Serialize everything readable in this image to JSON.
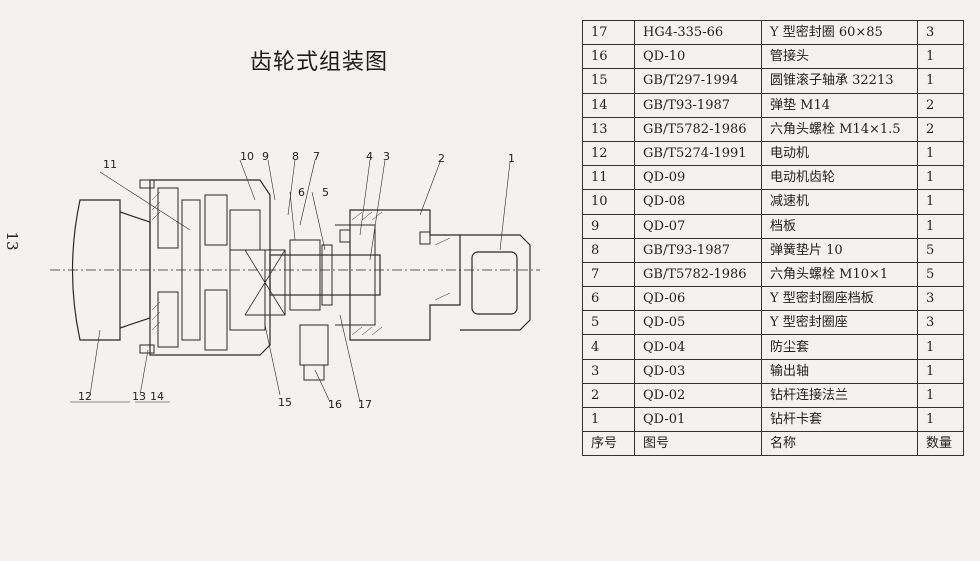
{
  "page_number": "13",
  "title": "齿轮式组装图",
  "drawing": {
    "callouts": [
      "11",
      "10",
      "9",
      "8",
      "7",
      "4",
      "3",
      "2",
      "1",
      "6",
      "5",
      "12",
      "13",
      "14",
      "15",
      "16",
      "17"
    ]
  },
  "parts_table": {
    "headers": [
      "序号",
      "图号",
      "名称",
      "数量"
    ],
    "rows": [
      [
        "17",
        "HG4-335-66",
        "Y 型密封圈 60×85",
        "3"
      ],
      [
        "16",
        "QD-10",
        "管接头",
        "1"
      ],
      [
        "15",
        "GB/T297-1994",
        "圆锥滚子轴承 32213",
        "1"
      ],
      [
        "14",
        "GB/T93-1987",
        "弹垫 M14",
        "2"
      ],
      [
        "13",
        "GB/T5782-1986",
        "六角头螺栓 M14×1.5",
        "2"
      ],
      [
        "12",
        "GB/T5274-1991",
        "电动机",
        "1"
      ],
      [
        "11",
        "QD-09",
        "电动机齿轮",
        "1"
      ],
      [
        "10",
        "QD-08",
        "减速机",
        "1"
      ],
      [
        "9",
        "QD-07",
        "档板",
        "1"
      ],
      [
        "8",
        "GB/T93-1987",
        "弹簧垫片 10",
        "5"
      ],
      [
        "7",
        "GB/T5782-1986",
        "六角头螺栓 M10×1",
        "5"
      ],
      [
        "6",
        "QD-06",
        "Y 型密封圈座档板",
        "3"
      ],
      [
        "5",
        "QD-05",
        "Y 型密封圈座",
        "3"
      ],
      [
        "4",
        "QD-04",
        "防尘套",
        "1"
      ],
      [
        "3",
        "QD-03",
        "输出轴",
        "1"
      ],
      [
        "2",
        "QD-02",
        "钻杆连接法兰",
        "1"
      ],
      [
        "1",
        "QD-01",
        "钻杆卡套",
        "1"
      ]
    ]
  }
}
